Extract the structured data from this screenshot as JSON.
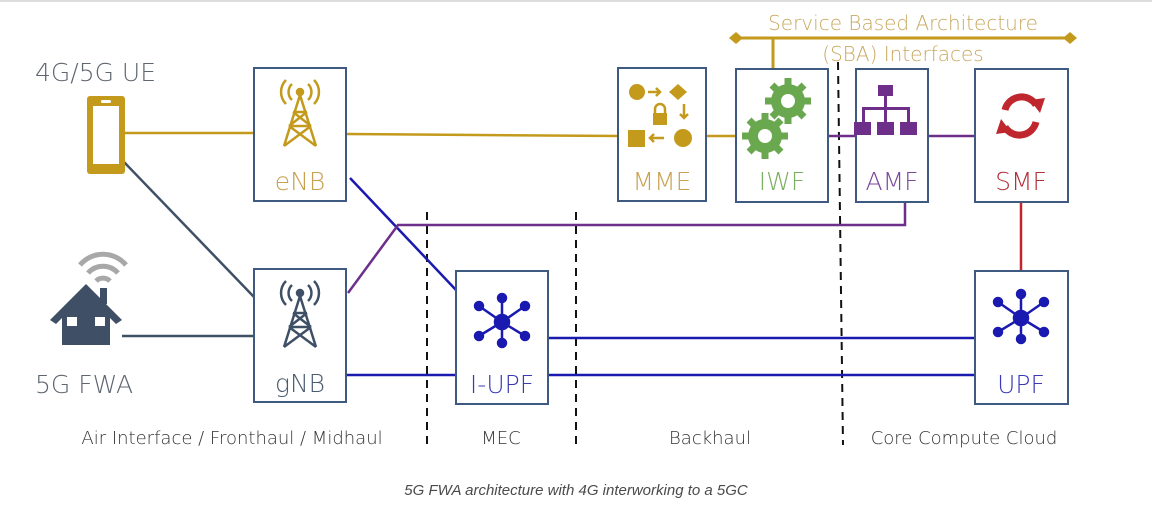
{
  "colors": {
    "gold": "#c39a1c",
    "slate": "#3f5066",
    "blue": "#1a1ab0",
    "purple": "#6e2f8a",
    "green": "#6aa84f",
    "red": "#c0262d",
    "box": "#3f5a80"
  },
  "endpoints": {
    "ue_label": "4G/5G UE",
    "fwa_label": "5G FWA"
  },
  "sba": {
    "line1": "Service Based Architecture",
    "line2": "(SBA) Interfaces"
  },
  "nodes": {
    "enb": "eNB",
    "gnb": "gNB",
    "mme": "MME",
    "iwf": "IWF",
    "amf": "AMF",
    "smf": "SMF",
    "iupf": "I-UPF",
    "upf": "UPF"
  },
  "zones": [
    "Air Interface / Fronthaul / Midhaul",
    "MEC",
    "Backhaul",
    "Core Compute Cloud"
  ],
  "caption": "5G FWA architecture with 4G interworking to a 5GC"
}
